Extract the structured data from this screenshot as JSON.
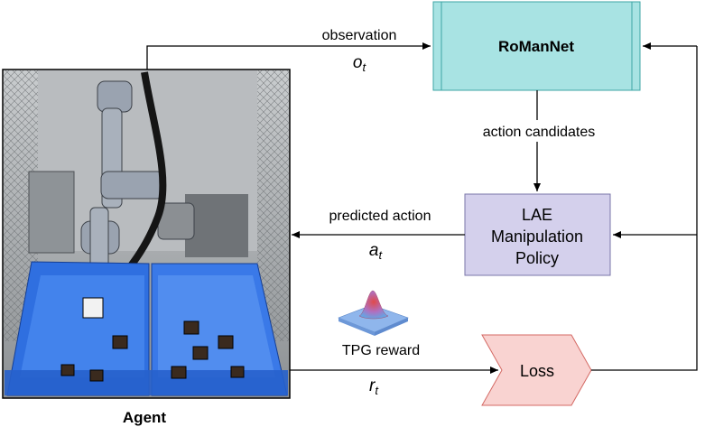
{
  "diagram": {
    "nodes": {
      "romannet": {
        "label": "RoManNet",
        "fill": "#a8e3e3",
        "stroke": "#3ea6a6"
      },
      "policy": {
        "lines": [
          "LAE",
          "Manipulation",
          "Policy"
        ],
        "fill": "#d4d0ec",
        "stroke": "#7a76a8"
      },
      "loss": {
        "label": "Loss",
        "fill": "#f9d3d1",
        "stroke": "#d46a64"
      },
      "agent": {
        "caption": "Agent"
      }
    },
    "edges": {
      "observation": {
        "label": "observation",
        "symbol": "o",
        "subscript": "t"
      },
      "action_candidates": {
        "label": "action candidates"
      },
      "predicted_action": {
        "label": "predicted action",
        "symbol": "a",
        "subscript": "t"
      },
      "reward": {
        "label": "TPG reward",
        "symbol": "r",
        "subscript": "t"
      }
    },
    "colors": {
      "line": "#000000",
      "bin": "#2f6fe0",
      "robot": "#9aa3b0",
      "cage": "#5a5a5a"
    }
  }
}
